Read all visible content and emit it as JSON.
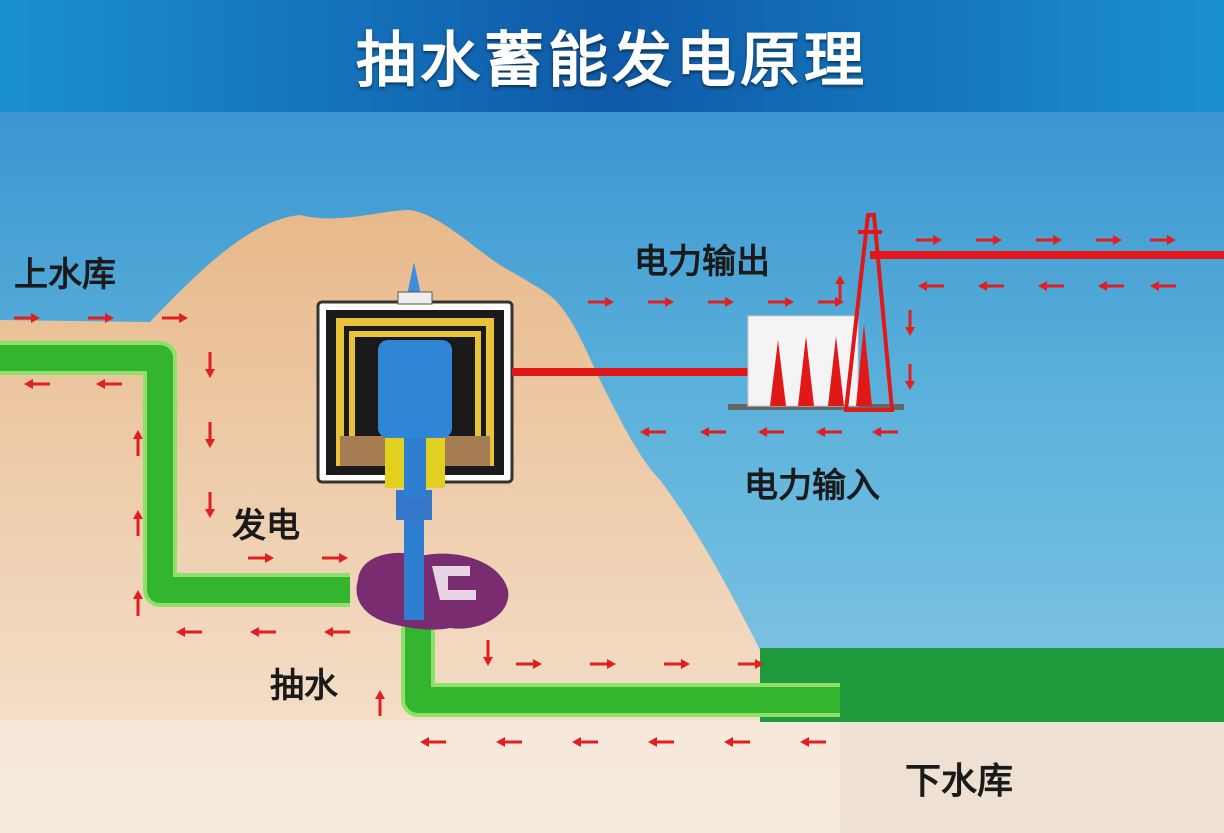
{
  "title": "抽水蓄能发电原理",
  "labels": {
    "upper_reservoir": "上水库",
    "lower_reservoir": "下水库",
    "power_output": "电力输出",
    "power_input": "电力输入",
    "generate": "发电",
    "pump": "抽水"
  },
  "colors": {
    "sky_top": "#2e86c8",
    "sky_bottom": "#86c6e4",
    "mountain": "#d9a06e",
    "pipe": "#3cc03a",
    "arrow": "#e02020",
    "power_line": "#e01818",
    "lower_water": "#1e9a3c",
    "title_band": "#1468b4"
  }
}
